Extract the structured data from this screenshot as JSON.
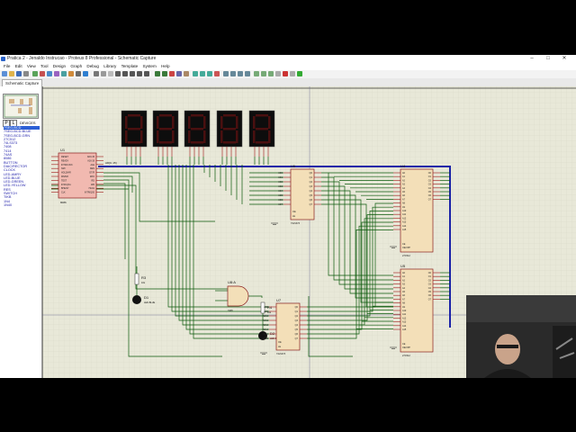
{
  "window": {
    "title": "Pratica 2 - Jenaldo Instrucao - Proteus 8 Professional - Schematic Capture",
    "minimize_glyph": "–",
    "maximize_glyph": "□",
    "close_glyph": "✕"
  },
  "menu": [
    "File",
    "Edit",
    "View",
    "Tool",
    "Design",
    "Graph",
    "Debug",
    "Library",
    "Template",
    "System",
    "Help"
  ],
  "tab": {
    "label": "Schematic Capture"
  },
  "panel": {
    "pick_glyph": "P",
    "lib_glyph": "L",
    "header": "DEVICES",
    "devices": [
      "7SEG-BCD",
      "7SEG-BCD-BLUE",
      "7SEG-BCD-GRN",
      "27C512",
      "74LS373",
      "7408",
      "7414",
      "74AS",
      "8086",
      "BUTTON",
      "DIAC/RECTOR",
      "CLOCK",
      "LED-AMRY",
      "LED-BLUE",
      "LED-GREEN",
      "LED-YELLOW",
      "RES",
      "SWITCH",
      "TIKB",
      "1N4",
      "1N40"
    ],
    "selected_index": 0
  },
  "schematic": {
    "displays": [
      "",
      "",
      "",
      "",
      ""
    ],
    "u1": {
      "ref": "U1",
      "part": "8086",
      "left_pins": [
        "RESET",
        "READY",
        "INTR/LOCK",
        "NMI",
        "HOLD/HR",
        "MN/MX",
        "TEST",
        "INTA/QS1",
        "BHE/S7",
        "CLK"
      ],
      "right_pins": [
        "AD0-15",
        "A16-19",
        "ALE",
        "DEN",
        "DT/R",
        "M/IO",
        "RD",
        "WR",
        "HLDA",
        "INTR/QS0"
      ],
      "bus_label": "AD[0..15]"
    },
    "u6": {
      "ref": "U6",
      "part": "74LS373",
      "left_pins": [
        "AD0",
        "AD1",
        "AD2",
        "AD3",
        "AD4",
        "AD5",
        "AD6",
        "AD7"
      ],
      "right_pins": [
        "Q0",
        "Q1",
        "Q2",
        "Q3",
        "Q4",
        "Q5",
        "Q6",
        "Q7"
      ],
      "ctrl": [
        "OE",
        "LE"
      ]
    },
    "u7": {
      "ref": "U7",
      "part": "74LS373",
      "left_pins": [
        "AD8",
        "AD9",
        "AD10",
        "AD11",
        "AD12",
        "AD13",
        "AD14",
        "AD15"
      ],
      "right_pins": [
        "Q0",
        "Q1",
        "Q2",
        "Q3",
        "Q4",
        "Q5",
        "Q6",
        "Q7"
      ],
      "ctrl": [
        "OE",
        "LE"
      ]
    },
    "u4": {
      "ref": "U4",
      "part": "27C512",
      "left_pins": [
        "A0",
        "A1",
        "A2",
        "A3",
        "A4",
        "A5",
        "A6",
        "A7",
        "A8",
        "A9",
        "A10",
        "A11",
        "A12",
        "A13",
        "A14",
        "A15"
      ],
      "right_pins": [
        "O0",
        "O1",
        "O2",
        "O3",
        "O4",
        "O5",
        "O6",
        "O7"
      ],
      "ctrl": [
        "CE",
        "OE/VPP"
      ]
    },
    "u5": {
      "ref": "U5",
      "part": "27C512",
      "left_pins": [
        "A0",
        "A1",
        "A2",
        "A3",
        "A4",
        "A5",
        "A6",
        "A7",
        "A8",
        "A9",
        "A10",
        "A11",
        "A12",
        "A13",
        "A14",
        "A15"
      ],
      "right_pins": [
        "O0",
        "O1",
        "O2",
        "O3",
        "O4",
        "O5",
        "O6",
        "O7"
      ],
      "ctrl": [
        "CE",
        "OE/VPP"
      ]
    },
    "u8": {
      "ref": "U8:A",
      "part": "7408"
    },
    "r3": {
      "ref": "R3",
      "value": "10k"
    },
    "r4": {
      "ref": "R4",
      "value": "10k"
    },
    "d1": {
      "ref": "D1",
      "part": "LED-BLUE"
    },
    "d2": {
      "ref": "D2",
      "part": "LED-RED"
    }
  },
  "colors": {
    "canvas": "#e8e8d8",
    "grid": "#d6d6c2",
    "wire": "#0b5a0b",
    "bus": "#1b23a8",
    "body": "#f3dfb8",
    "body_stroke": "#8a1e1e",
    "pin": "#a01414",
    "seg_on": "#c81414",
    "seg_off": "#4a1010",
    "accent": "#2c5fd6"
  }
}
